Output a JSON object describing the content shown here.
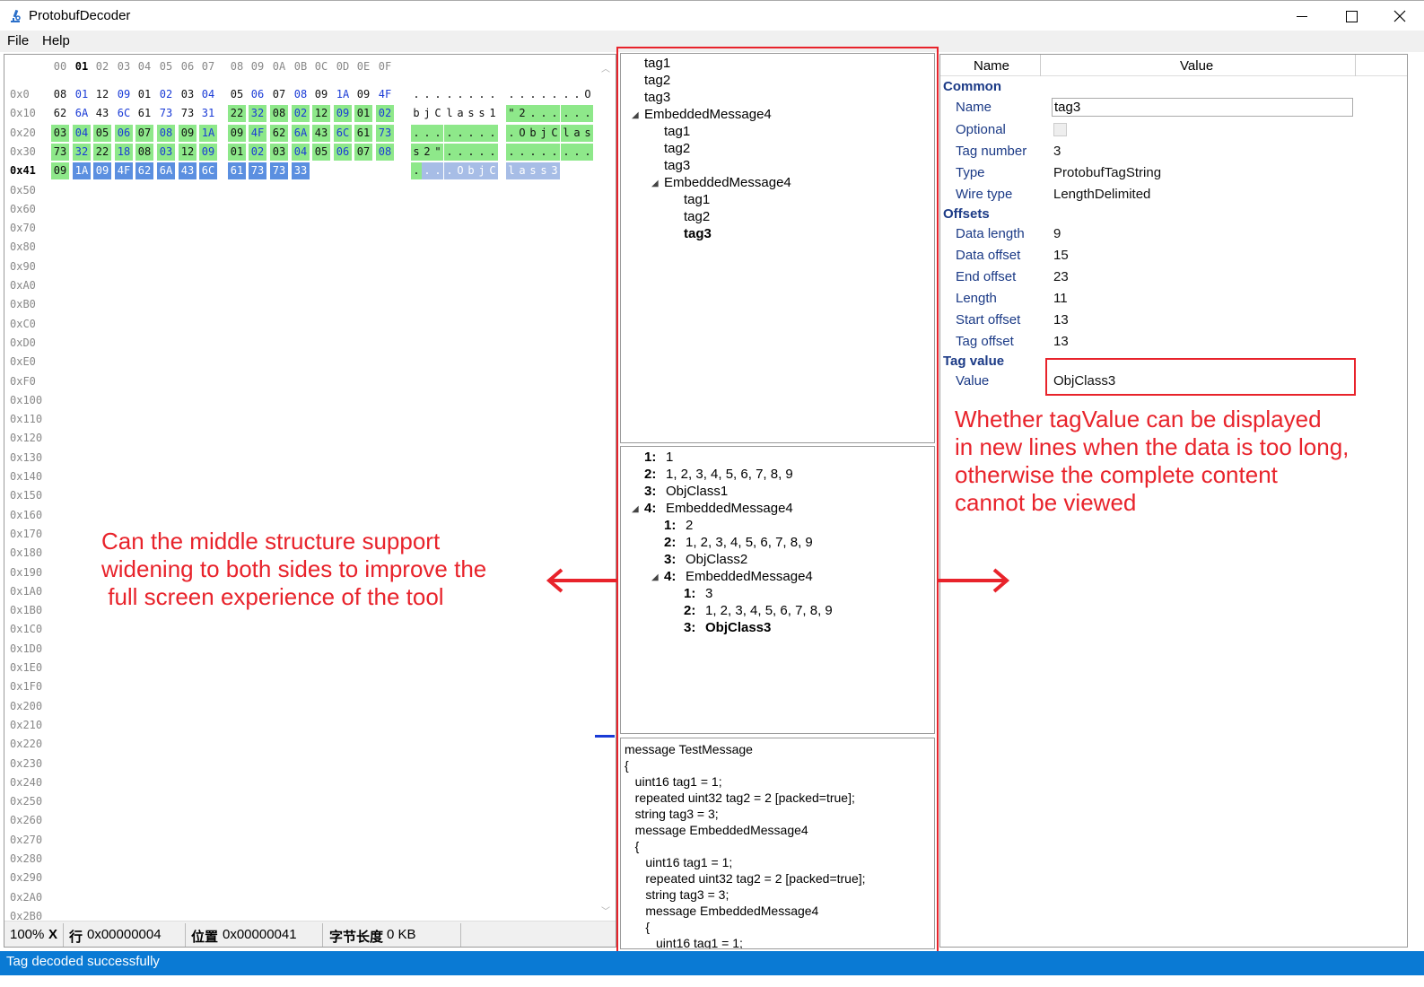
{
  "window": {
    "title": "ProtobufDecoder",
    "icon": "microscope-icon"
  },
  "menu": {
    "file": "File",
    "help": "Help"
  },
  "hex": {
    "column_headers": [
      "00",
      "01",
      "02",
      "03",
      "04",
      "05",
      "06",
      "07",
      "08",
      "09",
      "0A",
      "0B",
      "0C",
      "0D",
      "0E",
      "0F"
    ],
    "addresses": [
      "0x0",
      "0x10",
      "0x20",
      "0x30",
      "0x41",
      "0x50",
      "0x60",
      "0x70",
      "0x80",
      "0x90",
      "0xA0",
      "0xB0",
      "0xC0",
      "0xD0",
      "0xE0",
      "0xF0",
      "0x100",
      "0x110",
      "0x120",
      "0x130",
      "0x140",
      "0x150",
      "0x160",
      "0x170",
      "0x180",
      "0x190",
      "0x1A0",
      "0x1B0",
      "0x1C0",
      "0x1D0",
      "0x1E0",
      "0x1F0",
      "0x200",
      "0x210",
      "0x220",
      "0x230",
      "0x240",
      "0x250",
      "0x260",
      "0x270",
      "0x280",
      "0x290",
      "0x2A0",
      "0x2B0"
    ],
    "rows": [
      [
        "08",
        "01",
        "12",
        "09",
        "01",
        "02",
        "03",
        "04",
        "05",
        "06",
        "07",
        "08",
        "09",
        "1A",
        "09",
        "4F"
      ],
      [
        "62",
        "6A",
        "43",
        "6C",
        "61",
        "73",
        "73",
        "31",
        "22",
        "32",
        "08",
        "02",
        "12",
        "09",
        "01",
        "02"
      ],
      [
        "03",
        "04",
        "05",
        "06",
        "07",
        "08",
        "09",
        "1A",
        "09",
        "4F",
        "62",
        "6A",
        "43",
        "6C",
        "61",
        "73"
      ],
      [
        "73",
        "32",
        "22",
        "18",
        "08",
        "03",
        "12",
        "09",
        "01",
        "02",
        "03",
        "04",
        "05",
        "06",
        "07",
        "08"
      ],
      [
        "09",
        "1A",
        "09",
        "4F",
        "62",
        "6A",
        "43",
        "6C",
        "61",
        "73",
        "73",
        "33"
      ]
    ],
    "ascii_rows": [
      "...............O",
      "bjClass1\"2......",
      ".........ObjClas",
      "s2\".............",
      "....ObjClass3"
    ],
    "status": {
      "zoom": "100%",
      "close": "X",
      "row_label": "行",
      "row_value": "0x00000004",
      "pos_label": "位置",
      "pos_value": "0x00000041",
      "len_label": "字节长度",
      "len_value": "0 KB"
    }
  },
  "tree": {
    "items": [
      {
        "label": "tag1",
        "depth": 0
      },
      {
        "label": "tag2",
        "depth": 0
      },
      {
        "label": "tag3",
        "depth": 0
      },
      {
        "label": "EmbeddedMessage4",
        "depth": 0,
        "expanded": true
      },
      {
        "label": "tag1",
        "depth": 1
      },
      {
        "label": "tag2",
        "depth": 1
      },
      {
        "label": "tag3",
        "depth": 1
      },
      {
        "label": "EmbeddedMessage4",
        "depth": 1,
        "expanded": true
      },
      {
        "label": "tag1",
        "depth": 2
      },
      {
        "label": "tag2",
        "depth": 2
      },
      {
        "label": "tag3",
        "depth": 2,
        "selected": true
      }
    ]
  },
  "value_tree": {
    "items": [
      {
        "num": "1:",
        "label": "1",
        "depth": 0
      },
      {
        "num": "2:",
        "label": "1, 2, 3, 4, 5, 6, 7, 8, 9",
        "depth": 0
      },
      {
        "num": "3:",
        "label": "ObjClass1",
        "depth": 0
      },
      {
        "num": "4:",
        "label": "EmbeddedMessage4",
        "depth": 0,
        "expanded": true
      },
      {
        "num": "1:",
        "label": "2",
        "depth": 1
      },
      {
        "num": "2:",
        "label": "1, 2, 3, 4, 5, 6, 7, 8, 9",
        "depth": 1
      },
      {
        "num": "3:",
        "label": "ObjClass2",
        "depth": 1
      },
      {
        "num": "4:",
        "label": "EmbeddedMessage4",
        "depth": 1,
        "expanded": true
      },
      {
        "num": "1:",
        "label": "3",
        "depth": 2
      },
      {
        "num": "2:",
        "label": "1, 2, 3, 4, 5, 6, 7, 8, 9",
        "depth": 2
      },
      {
        "num": "3:",
        "label": "ObjClass3",
        "depth": 2,
        "selected": true
      }
    ]
  },
  "proto_text": [
    "message TestMessage",
    "{",
    "   uint16 tag1 = 1;",
    "   repeated uint32 tag2 = 2 [packed=true];",
    "   string tag3 = 3;",
    "   message EmbeddedMessage4",
    "   {",
    "      uint16 tag1 = 1;",
    "      repeated uint32 tag2 = 2 [packed=true];",
    "      string tag3 = 3;",
    "      message EmbeddedMessage4",
    "      {",
    "         uint16 tag1 = 1;"
  ],
  "props": {
    "header_name": "Name",
    "header_value": "Value",
    "cat_common": "Common",
    "cat_offsets": "Offsets",
    "cat_tagvalue": "Tag value",
    "name_label": "Name",
    "name_value": "tag3",
    "optional_label": "Optional",
    "optional_checked": false,
    "tagnumber_label": "Tag number",
    "tagnumber_value": "3",
    "type_label": "Type",
    "type_value": "ProtobufTagString",
    "wiretype_label": "Wire type",
    "wiretype_value": "LengthDelimited",
    "datalength_label": "Data length",
    "datalength_value": "9",
    "dataoffset_label": "Data offset",
    "dataoffset_value": "15",
    "endoffset_label": "End offset",
    "endoffset_value": "23",
    "length_label": "Length",
    "length_value": "11",
    "startoffset_label": "Start offset",
    "startoffset_value": "13",
    "tagoffset_label": "Tag offset",
    "tagoffset_value": "13",
    "value_label": "Value",
    "value_value": "ObjClass3"
  },
  "annotations": {
    "left": [
      "Can the middle structure support",
      "widening to both sides to improve the",
      " full screen experience of the tool"
    ],
    "right": [
      "Whether tagValue can be displayed",
      "in new lines when the data is too long,",
      "otherwise the complete content",
      "cannot be viewed"
    ],
    "color": "#e8232b"
  },
  "statusbar": {
    "text": "Tag decoded successfully",
    "color": "#0a7ad4"
  },
  "colors": {
    "highlight_green": "#8ee88a",
    "highlight_blue": "#5b8fe0",
    "category_text": "#1b3a86"
  }
}
